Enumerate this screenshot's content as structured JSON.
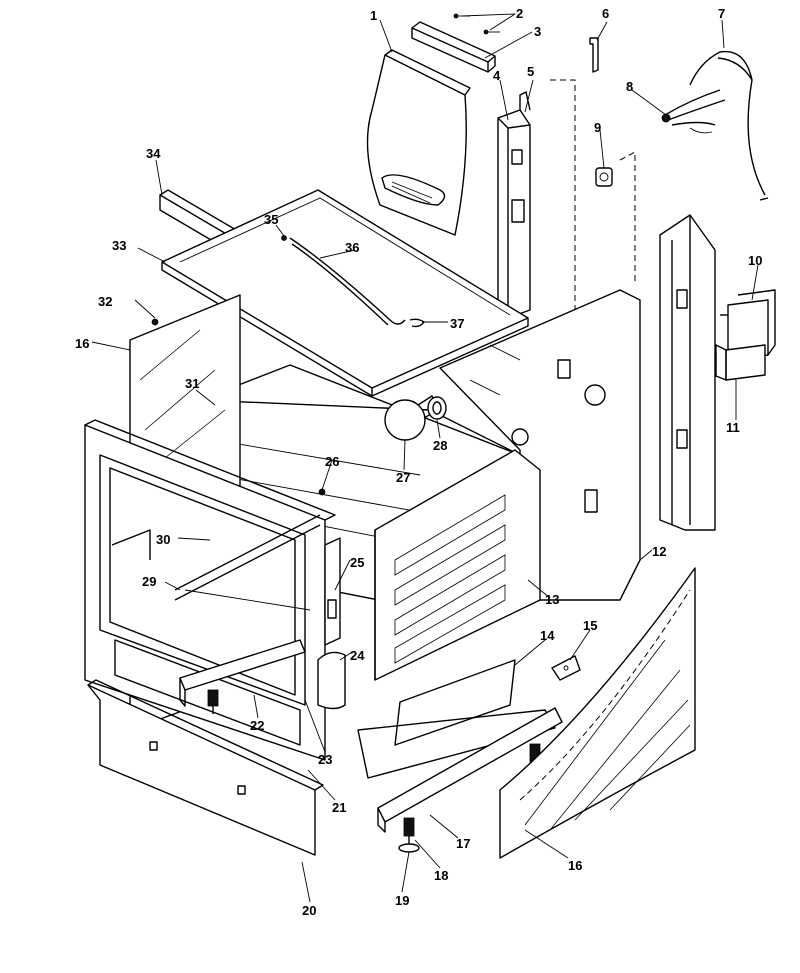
{
  "callouts": [
    {
      "id": "1",
      "label": "1"
    },
    {
      "id": "2",
      "label": "2"
    },
    {
      "id": "3",
      "label": "3"
    },
    {
      "id": "4",
      "label": "4"
    },
    {
      "id": "5",
      "label": "5"
    },
    {
      "id": "6",
      "label": "6"
    },
    {
      "id": "7",
      "label": "7"
    },
    {
      "id": "8",
      "label": "8"
    },
    {
      "id": "9",
      "label": "9"
    },
    {
      "id": "10",
      "label": "10"
    },
    {
      "id": "11",
      "label": "11"
    },
    {
      "id": "12",
      "label": "12"
    },
    {
      "id": "13",
      "label": "13"
    },
    {
      "id": "14",
      "label": "14"
    },
    {
      "id": "15",
      "label": "15"
    },
    {
      "id": "16a",
      "label": "16"
    },
    {
      "id": "16b",
      "label": "16"
    },
    {
      "id": "17",
      "label": "17"
    },
    {
      "id": "18",
      "label": "18"
    },
    {
      "id": "19",
      "label": "19"
    },
    {
      "id": "20",
      "label": "20"
    },
    {
      "id": "21",
      "label": "21"
    },
    {
      "id": "22",
      "label": "22"
    },
    {
      "id": "23",
      "label": "23"
    },
    {
      "id": "24",
      "label": "24"
    },
    {
      "id": "25",
      "label": "25"
    },
    {
      "id": "26",
      "label": "26"
    },
    {
      "id": "27",
      "label": "27"
    },
    {
      "id": "28",
      "label": "28"
    },
    {
      "id": "29",
      "label": "29"
    },
    {
      "id": "30",
      "label": "30"
    },
    {
      "id": "31",
      "label": "31"
    },
    {
      "id": "32",
      "label": "32"
    },
    {
      "id": "33",
      "label": "33"
    },
    {
      "id": "34",
      "label": "34"
    },
    {
      "id": "35",
      "label": "35"
    },
    {
      "id": "36",
      "label": "36"
    },
    {
      "id": "37",
      "label": "37"
    }
  ]
}
